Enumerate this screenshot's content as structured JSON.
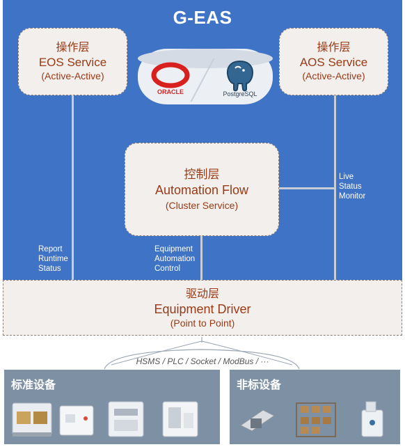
{
  "title": "G-EAS",
  "eos": {
    "layer": "操作层",
    "name": "EOS Service",
    "mode": "(Active-Active)"
  },
  "aos": {
    "layer": "操作层",
    "name": "AOS Service",
    "mode": "(Active-Active)"
  },
  "database": {
    "oracle_label": "ORACLE",
    "postgres_label": "PostgreSQL"
  },
  "automation": {
    "layer": "控制层",
    "name": "Automation Flow",
    "mode": "(Cluster Service)"
  },
  "connectors": {
    "report": "Report\nRuntime\nStatus",
    "equipment_control": "Equipment\nAutomation\nControl",
    "live_status": "Live\nStatus\nMonitor"
  },
  "driver": {
    "layer": "驱动层",
    "name": "Equipment Driver",
    "mode": "(Point to Point)"
  },
  "protocols": "HSMS / PLC / Socket / ModBus / ···",
  "standard_equipment": {
    "title": "标准设备"
  },
  "nonstandard_equipment": {
    "title": "非标设备"
  },
  "colors": {
    "panel_blue": "#3f73c6",
    "box_text": "#9a3a14",
    "equipment_panel": "#7e91a4"
  }
}
